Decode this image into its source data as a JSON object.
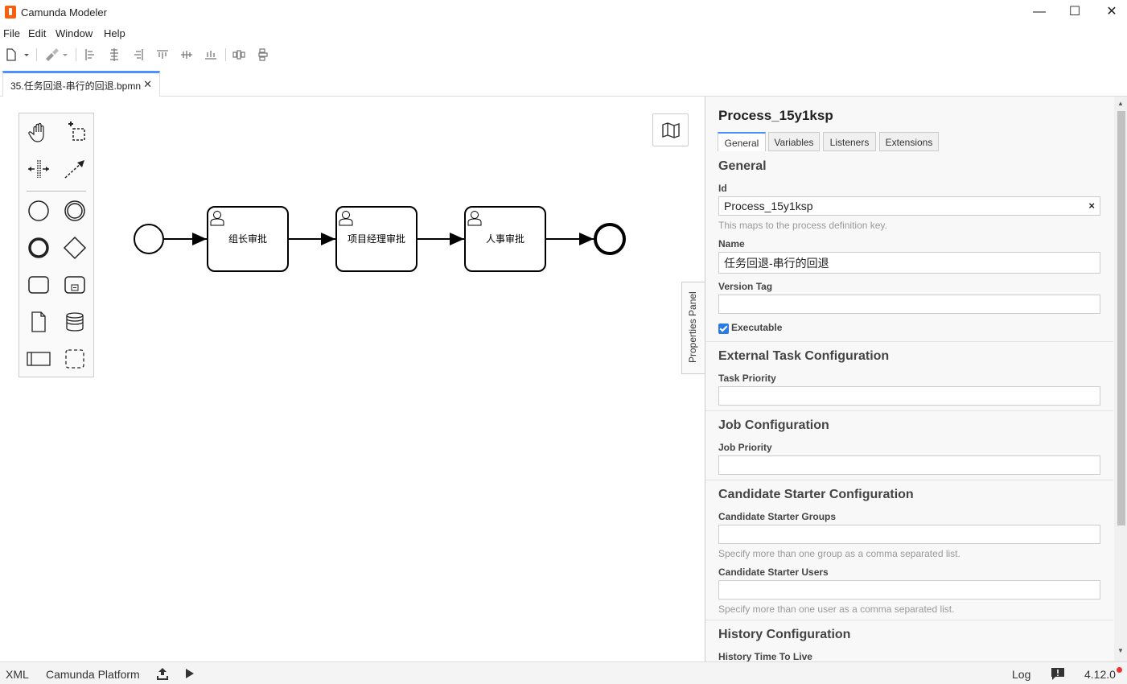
{
  "window": {
    "title": "Camunda Modeler",
    "minimize": "—",
    "maximize": "☐",
    "close": "✕"
  },
  "menu": [
    "File",
    "Edit",
    "Window",
    "Help"
  ],
  "tab": {
    "label": "35.任务回退-串行的回退.bpmn",
    "close": "✕"
  },
  "diagram": {
    "tasks": [
      "组长审批",
      "项目经理审批",
      "人事审批"
    ]
  },
  "properties_toggle": "Properties Panel",
  "properties": {
    "title": "Process_15y1ksp",
    "tabs": [
      "General",
      "Variables",
      "Listeners",
      "Extensions"
    ],
    "active_tab": "General",
    "general": {
      "title": "General",
      "id_label": "Id",
      "id_value": "Process_15y1ksp",
      "id_clear": "×",
      "id_hint": "This maps to the process definition key.",
      "name_label": "Name",
      "name_value": "任务回退-串行的回退",
      "version_label": "Version Tag",
      "version_value": "",
      "executable_label": "Executable",
      "executable_checked": true
    },
    "external_task": {
      "title": "External Task Configuration",
      "priority_label": "Task Priority"
    },
    "job": {
      "title": "Job Configuration",
      "priority_label": "Job Priority"
    },
    "candidate": {
      "title": "Candidate Starter Configuration",
      "groups_label": "Candidate Starter Groups",
      "groups_hint": "Specify more than one group as a comma separated list.",
      "users_label": "Candidate Starter Users",
      "users_hint": "Specify more than one user as a comma separated list."
    },
    "history": {
      "title": "History Configuration",
      "ttl_label": "History Time To Live"
    }
  },
  "status": {
    "xml": "XML",
    "platform": "Camunda Platform",
    "log": "Log",
    "version": "4.12.0"
  },
  "colors": {
    "accent": "#4d90ff",
    "brand": "#fc5d0d",
    "checkbox": "#2a7ae4",
    "notification": "#e33333"
  }
}
